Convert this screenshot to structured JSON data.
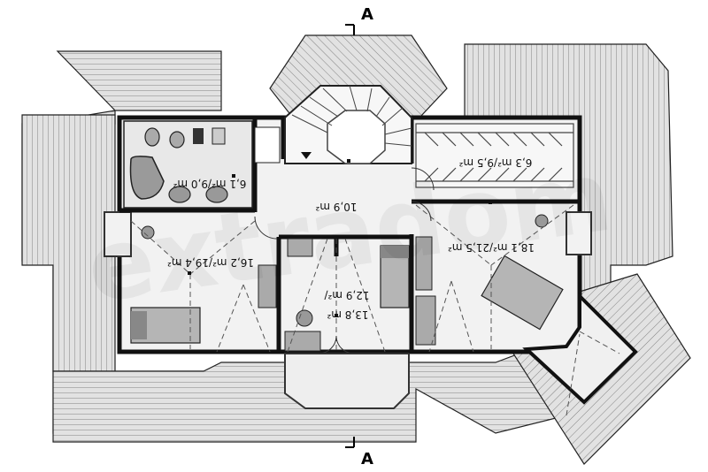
{
  "section_marks": {
    "top": "A",
    "bottom": "A"
  },
  "rooms": {
    "bathroom": {
      "area": "6,1 m²/9,0 m²"
    },
    "hall": {
      "area": "10,9 m²"
    },
    "closet": {
      "area": "6,3 m²/9,5 m²"
    },
    "bedroom_left": {
      "area": "16,2 m²/19,4 m²"
    },
    "bedroom_middle_a": {
      "area": "12,9 m²/"
    },
    "bedroom_middle_b": {
      "area": "13,8 m²"
    },
    "bedroom_right": {
      "area": "18,1 m²/21,5 m²"
    }
  },
  "watermark": "extradom",
  "colors": {
    "roof": "#dcdcdc",
    "floor": "#f2f2f2",
    "wall": "#111111",
    "line": "#555555"
  }
}
